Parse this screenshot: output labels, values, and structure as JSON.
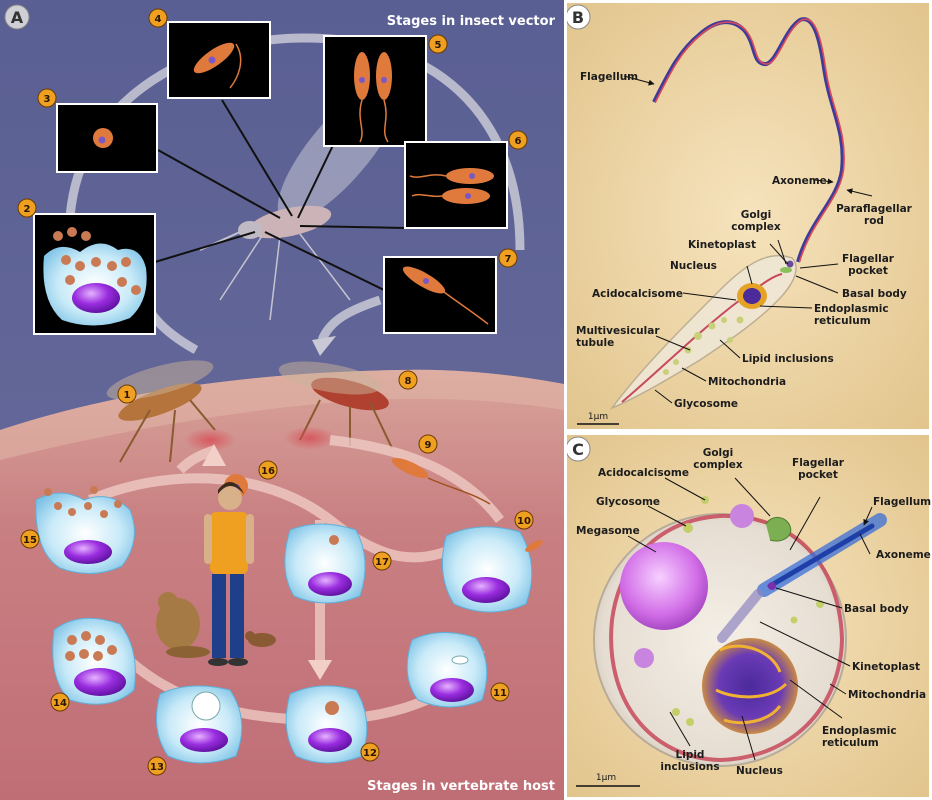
{
  "panels": {
    "a": {
      "letter": "A",
      "title_vector": "Stages in insect vector",
      "title_host": "Stages in vertebrate host",
      "stage_numbers": [
        "1",
        "2",
        "3",
        "4",
        "5",
        "6",
        "7",
        "8",
        "9",
        "10",
        "11",
        "12",
        "13",
        "14",
        "15",
        "16",
        "17"
      ]
    },
    "b": {
      "letter": "B",
      "labels": {
        "flagellum": "Flagellum",
        "axoneme": "Axoneme",
        "paraflagellar_rod_1": "Paraflagellar",
        "paraflagellar_rod_2": "rod",
        "golgi_1": "Golgi",
        "golgi_2": "complex",
        "kinetoplast": "Kinetoplast",
        "flagellar_pocket_1": "Flagellar",
        "flagellar_pocket_2": "pocket",
        "nucleus": "Nucleus",
        "basal_body": "Basal body",
        "acidocalcisome": "Acidocalcisome",
        "er_1": "Endoplasmic",
        "er_2": "reticulum",
        "multivesicular_1": "Multivesicular",
        "multivesicular_2": "tubule",
        "lipid_inclusions": "Lipid inclusions",
        "mitochondria": "Mitochondria",
        "glycosome": "Glycosome",
        "scale": "1μm"
      }
    },
    "c": {
      "letter": "C",
      "labels": {
        "golgi_1": "Golgi",
        "golgi_2": "complex",
        "flagellar_pocket_1": "Flagellar",
        "flagellar_pocket_2": "pocket",
        "acidocalcisome": "Acidocalcisome",
        "flagellum": "Flagellum",
        "glycosome": "Glycosome",
        "axoneme": "Axoneme",
        "megasome": "Megasome",
        "basal_body": "Basal body",
        "kinetoplast": "Kinetoplast",
        "mitochondria": "Mitochondria",
        "er_1": "Endoplasmic",
        "er_2": "reticulum",
        "lipid_1": "Lipid",
        "lipid_2": "inclusions",
        "nucleus": "Nucleus",
        "scale": "1μm"
      }
    }
  },
  "colors": {
    "vector_bg": "#5f6495",
    "host_bg": "#c6767c",
    "panel_b_bg": "#ecd3a0",
    "panel_c_bg": "#ecd3a0",
    "badge": "#f0a020",
    "host_cell": "#a9dcf3",
    "host_nucleus": "#8a1ccc",
    "parasite": "#e07a3c"
  }
}
